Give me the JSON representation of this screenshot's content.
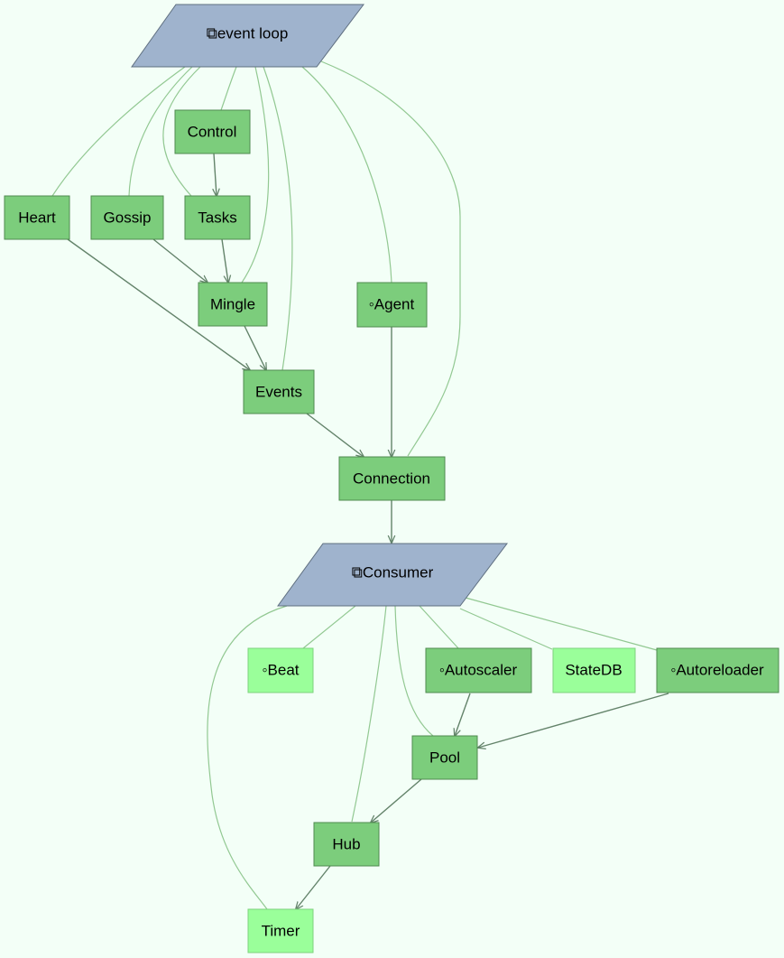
{
  "diagram": {
    "background": "#f3fff7",
    "colors": {
      "parallelogram_fill": "#9fb3cd",
      "parallelogram_stroke": "#5f6f80",
      "node_fill": "#7ccd7c",
      "node_stroke": "#4f8a4f",
      "light_node_fill": "#9aff9a",
      "light_node_stroke": "#7fd27f",
      "edge_strong": "#63836a",
      "edge_light": "#92c892"
    },
    "nodes": [
      {
        "id": "event-loop",
        "label": "⧉event loop",
        "shape": "parallelogram"
      },
      {
        "id": "control",
        "label": "Control",
        "shape": "box"
      },
      {
        "id": "heart",
        "label": "Heart",
        "shape": "box"
      },
      {
        "id": "gossip",
        "label": "Gossip",
        "shape": "box"
      },
      {
        "id": "tasks",
        "label": "Tasks",
        "shape": "box"
      },
      {
        "id": "mingle",
        "label": "Mingle",
        "shape": "box"
      },
      {
        "id": "agent",
        "label": "◦Agent",
        "shape": "box"
      },
      {
        "id": "events",
        "label": "Events",
        "shape": "box"
      },
      {
        "id": "connection",
        "label": "Connection",
        "shape": "box"
      },
      {
        "id": "consumer",
        "label": "⧉Consumer",
        "shape": "parallelogram"
      },
      {
        "id": "beat",
        "label": "◦Beat",
        "shape": "box-light"
      },
      {
        "id": "autoscaler",
        "label": "◦Autoscaler",
        "shape": "box"
      },
      {
        "id": "statedb",
        "label": "StateDB",
        "shape": "box-light"
      },
      {
        "id": "autoreloader",
        "label": "◦Autoreloader",
        "shape": "box"
      },
      {
        "id": "pool",
        "label": "Pool",
        "shape": "box"
      },
      {
        "id": "hub",
        "label": "Hub",
        "shape": "box"
      },
      {
        "id": "timer",
        "label": "Timer",
        "shape": "box-light"
      }
    ],
    "edges": [
      {
        "from": "control",
        "to": "tasks",
        "kind": "arrow"
      },
      {
        "from": "gossip",
        "to": "mingle",
        "kind": "arrow"
      },
      {
        "from": "tasks",
        "to": "mingle",
        "kind": "arrow"
      },
      {
        "from": "heart",
        "to": "events",
        "kind": "arrow"
      },
      {
        "from": "mingle",
        "to": "events",
        "kind": "arrow"
      },
      {
        "from": "events",
        "to": "connection",
        "kind": "arrow"
      },
      {
        "from": "agent",
        "to": "connection",
        "kind": "arrow"
      },
      {
        "from": "connection",
        "to": "consumer",
        "kind": "arrow"
      },
      {
        "from": "autoscaler",
        "to": "pool",
        "kind": "arrow"
      },
      {
        "from": "autoreloader",
        "to": "pool",
        "kind": "arrow"
      },
      {
        "from": "pool",
        "to": "hub",
        "kind": "arrow"
      },
      {
        "from": "hub",
        "to": "timer",
        "kind": "arrow"
      },
      {
        "from": "event-loop",
        "to": "heart",
        "kind": "line"
      },
      {
        "from": "event-loop",
        "to": "gossip",
        "kind": "line"
      },
      {
        "from": "event-loop",
        "to": "tasks",
        "kind": "line"
      },
      {
        "from": "event-loop",
        "to": "control",
        "kind": "line"
      },
      {
        "from": "event-loop",
        "to": "mingle",
        "kind": "line"
      },
      {
        "from": "event-loop",
        "to": "events",
        "kind": "line"
      },
      {
        "from": "event-loop",
        "to": "agent",
        "kind": "line"
      },
      {
        "from": "event-loop",
        "to": "connection",
        "kind": "line"
      },
      {
        "from": "consumer",
        "to": "timer",
        "kind": "line"
      },
      {
        "from": "consumer",
        "to": "beat",
        "kind": "line"
      },
      {
        "from": "consumer",
        "to": "hub",
        "kind": "line"
      },
      {
        "from": "consumer",
        "to": "pool",
        "kind": "line"
      },
      {
        "from": "consumer",
        "to": "autoscaler",
        "kind": "line"
      },
      {
        "from": "consumer",
        "to": "statedb",
        "kind": "line"
      },
      {
        "from": "consumer",
        "to": "autoreloader",
        "kind": "line"
      }
    ]
  }
}
